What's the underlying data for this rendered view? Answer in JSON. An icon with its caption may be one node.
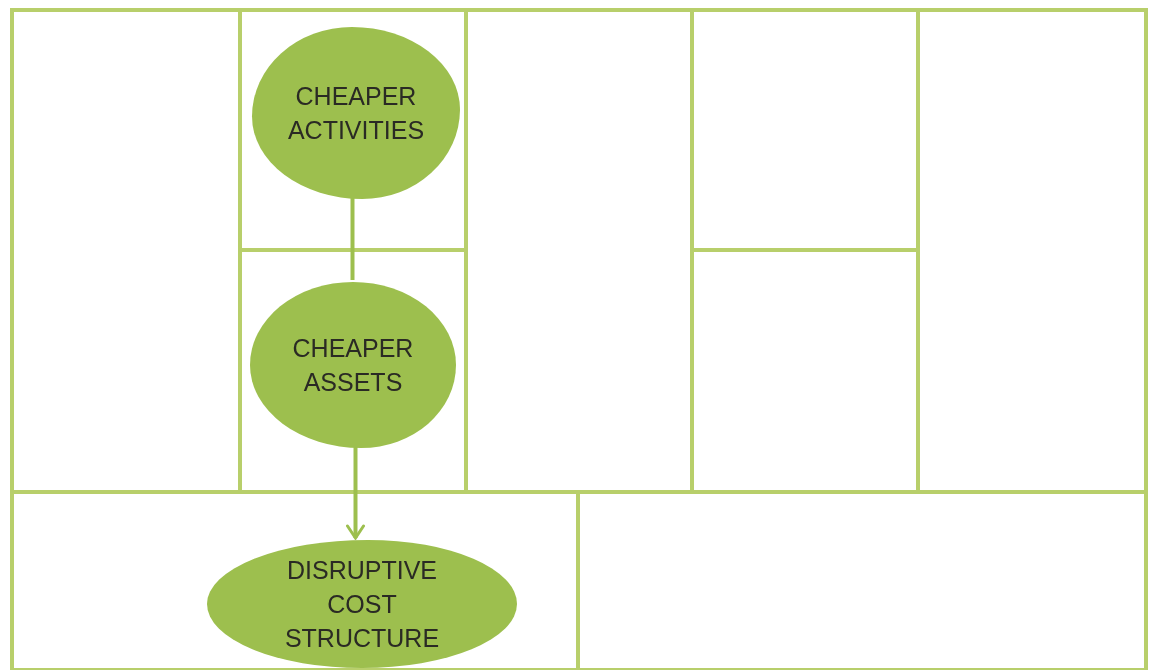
{
  "diagram": {
    "nodes": [
      {
        "text": [],
        "shape": "box"
      },
      {
        "text": [],
        "shape": "box"
      },
      {
        "text": [
          "CHEAPER ACTIVITIES"
        ],
        "in": 1
      },
      {
        "text": [],
        "shape": "box"
      },
      {
        "text": [
          "CHEAPER ASSETS"
        ],
        "in": 3
      },
      {
        "text": [],
        "shape": "box"
      },
      {
        "text": [],
        "shape": "box"
      },
      {
        "text": [],
        "shape": "box"
      },
      {
        "text": [],
        "shape": "box"
      },
      {
        "text": [],
        "shape": "box"
      },
      {
        "text": [
          "DISRUPTIVE COST STRUCTURE"
        ],
        "in": 9
      },
      {
        "text": [],
        "shape": "box"
      }
    ],
    "edges": [
      {
        "from": 2,
        "to": 4,
        "arrow": "none"
      },
      {
        "from": 4,
        "to": 10,
        "arrow": "to"
      }
    ]
  }
}
